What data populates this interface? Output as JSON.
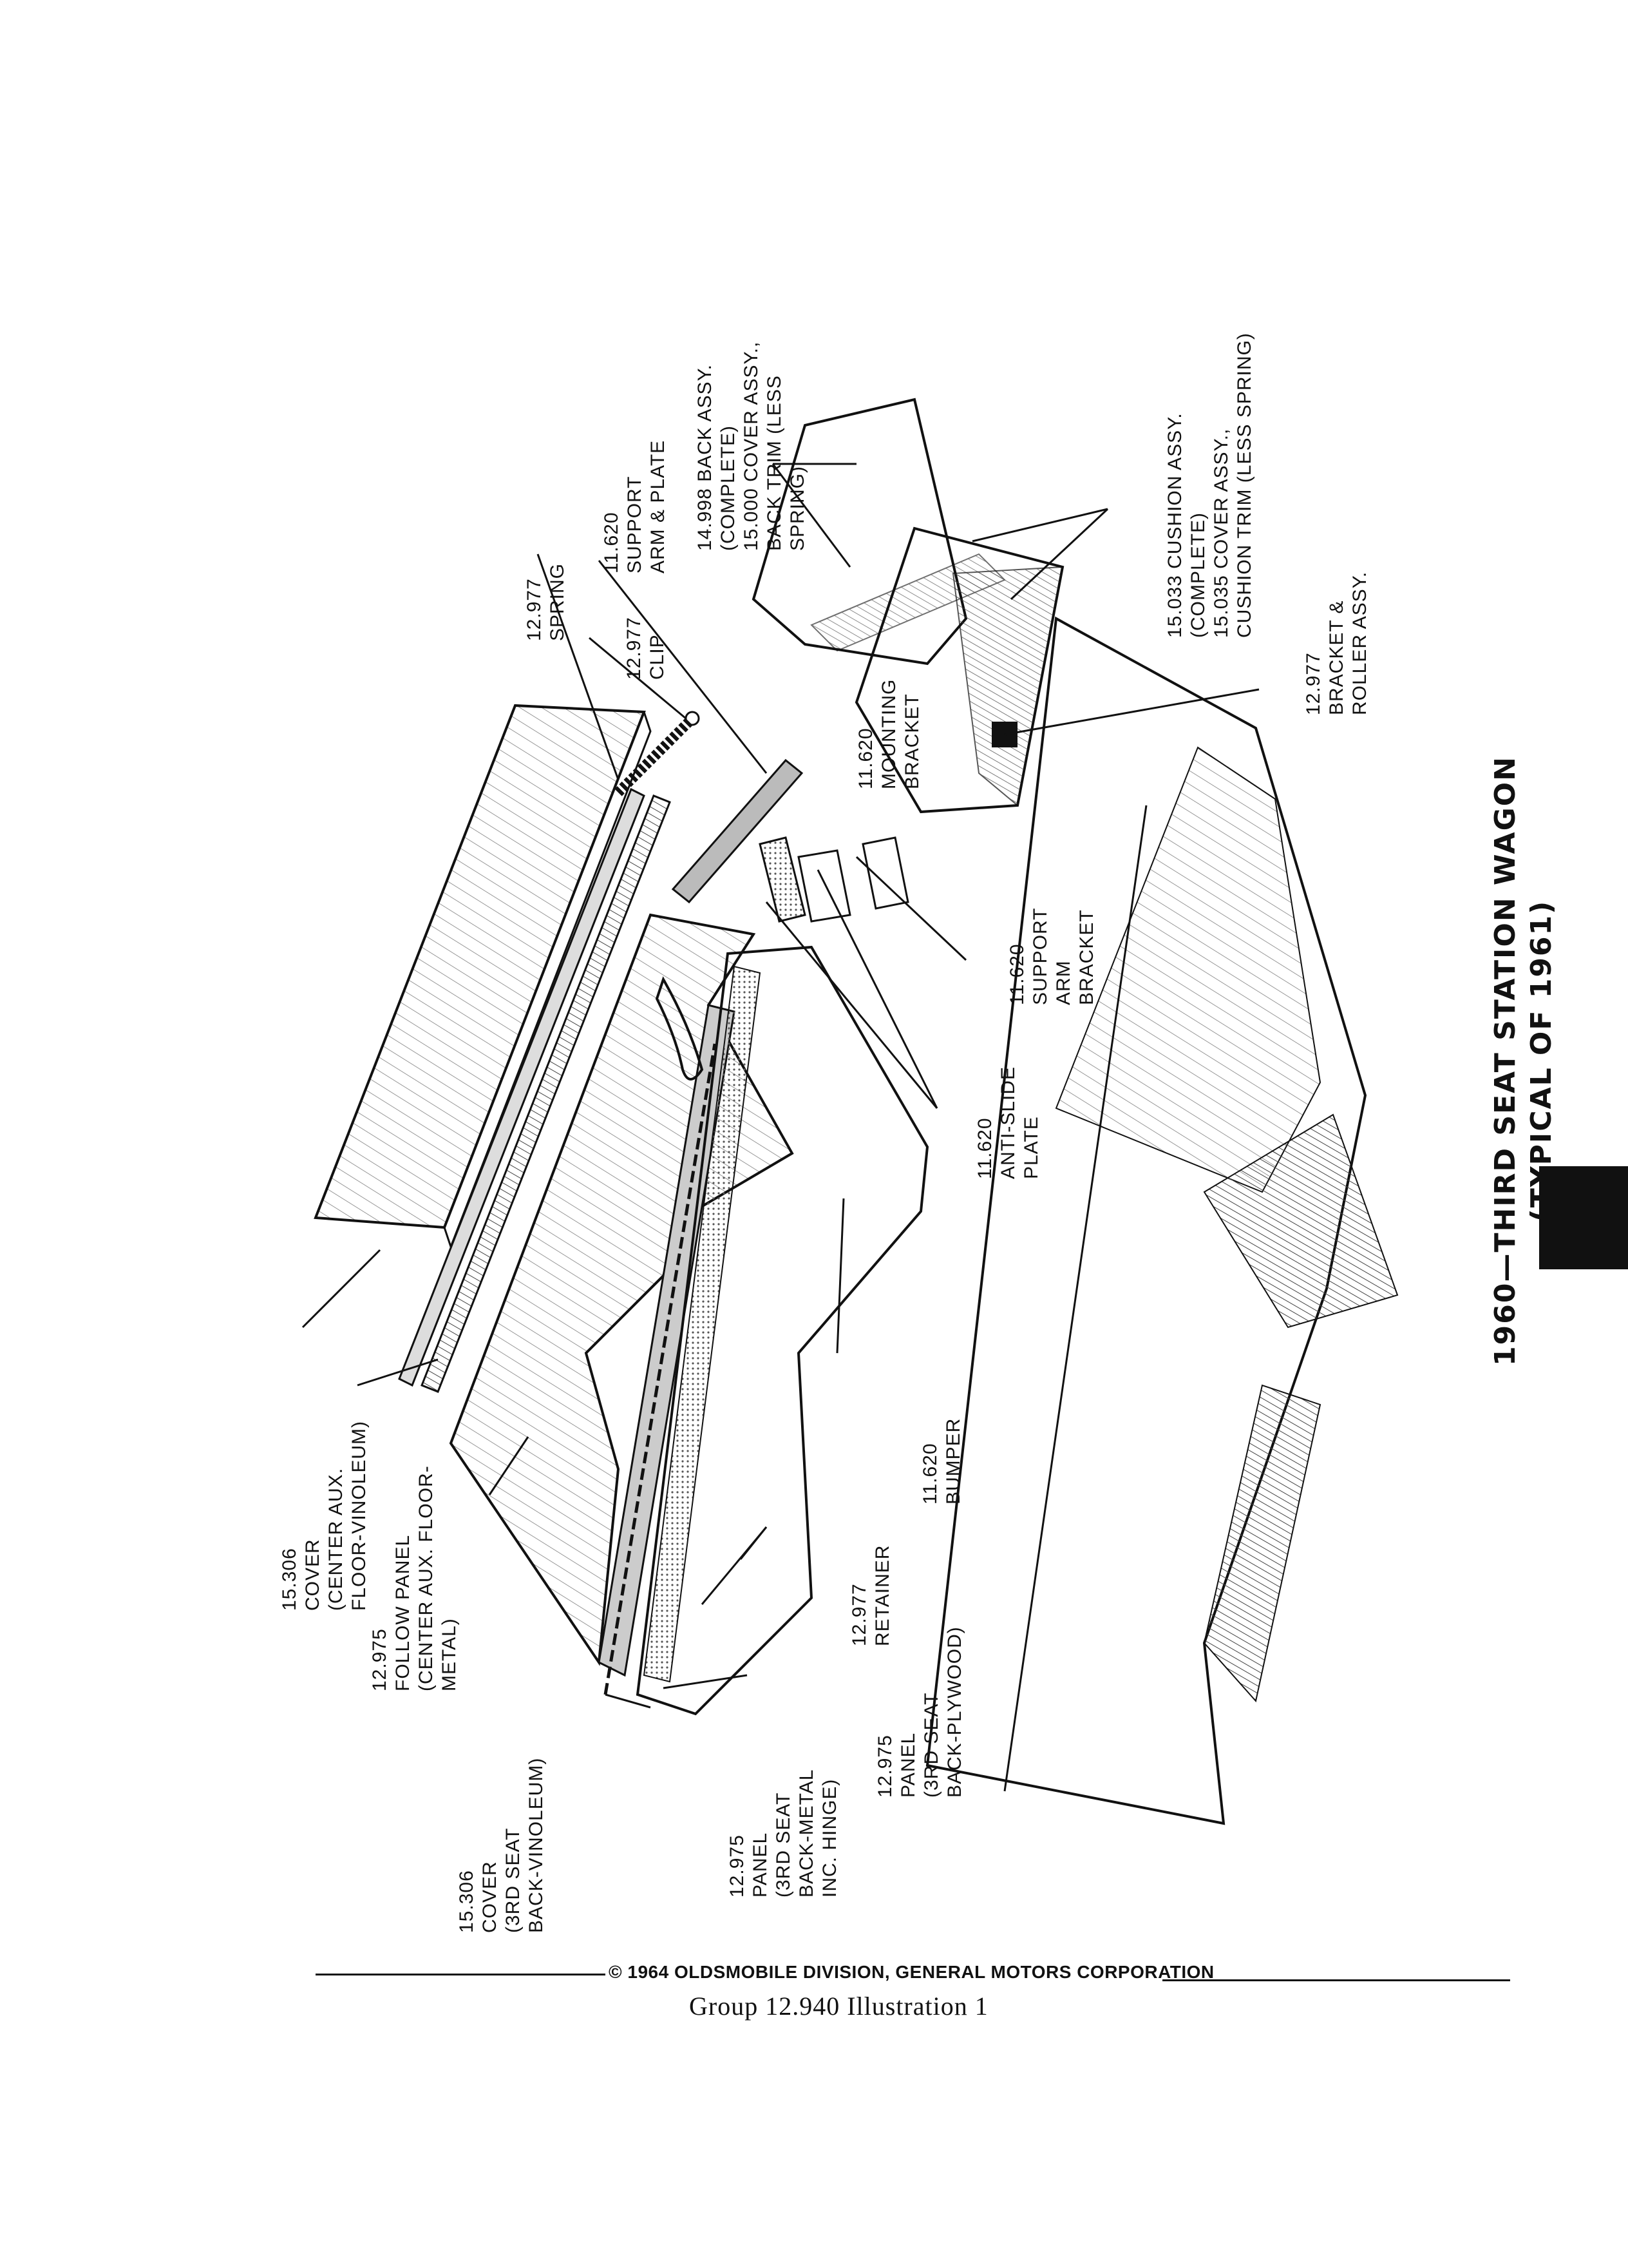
{
  "title": {
    "line1": "1960—THIRD SEAT STATION WAGON",
    "line2": "(TYPICAL OF 1961)"
  },
  "callouts": [
    {
      "id": "spring",
      "lines": [
        "12.977",
        "SPRING"
      ]
    },
    {
      "id": "clip",
      "lines": [
        "12.977",
        "CLIP"
      ]
    },
    {
      "id": "support-arm-plate",
      "lines": [
        "11.620",
        "SUPPORT",
        "ARM & PLATE"
      ]
    },
    {
      "id": "back-assy",
      "lines": [
        "14.998 BACK ASSY.",
        "(COMPLETE)",
        "15.000 COVER ASSY.,",
        "BACK TRIM (LESS",
        "SPRING)"
      ]
    },
    {
      "id": "mounting-bracket",
      "lines": [
        "11.620",
        "MOUNTING",
        "BRACKET"
      ]
    },
    {
      "id": "cushion-assy",
      "lines": [
        "15.033 CUSHION ASSY.",
        "(COMPLETE)",
        "15.035 COVER ASSY.,",
        "CUSHION TRIM (LESS SPRING)"
      ]
    },
    {
      "id": "bracket-roller",
      "lines": [
        "12.977",
        "BRACKET &",
        "ROLLER ASSY."
      ]
    },
    {
      "id": "support-arm-bracket",
      "lines": [
        "11.620",
        "SUPPORT",
        "ARM",
        "BRACKET"
      ]
    },
    {
      "id": "anti-slide-plate",
      "lines": [
        "11.620",
        "ANTI-SLIDE",
        "PLATE"
      ]
    },
    {
      "id": "cover-center-aux",
      "lines": [
        "15.306",
        "COVER",
        "(CENTER AUX.",
        "FLOOR-VINOLEUM)"
      ]
    },
    {
      "id": "follow-panel",
      "lines": [
        "12.975",
        "FOLLOW PANEL",
        "(CENTER AUX. FLOOR-",
        "METAL)"
      ]
    },
    {
      "id": "bumper",
      "lines": [
        "11.620",
        "BUMPER"
      ]
    },
    {
      "id": "retainer",
      "lines": [
        "12.977",
        "RETAINER"
      ]
    },
    {
      "id": "cover-3rd-seat",
      "lines": [
        "15.306",
        "COVER",
        "(3RD SEAT",
        "BACK-VINOLEUM)"
      ]
    },
    {
      "id": "panel-plywood",
      "lines": [
        "12.975",
        "PANEL",
        "(3RD SEAT",
        "BACK-PLYWOOD)"
      ]
    },
    {
      "id": "panel-metal",
      "lines": [
        "12.975",
        "PANEL",
        "(3RD SEAT",
        "BACK-METAL",
        "INC. HINGE)"
      ]
    }
  ],
  "footer": {
    "copyright": "© 1964 OLDSMOBILE DIVISION, GENERAL MOTORS CORPORATION",
    "caption": "Group 12.940   Illustration   1"
  }
}
